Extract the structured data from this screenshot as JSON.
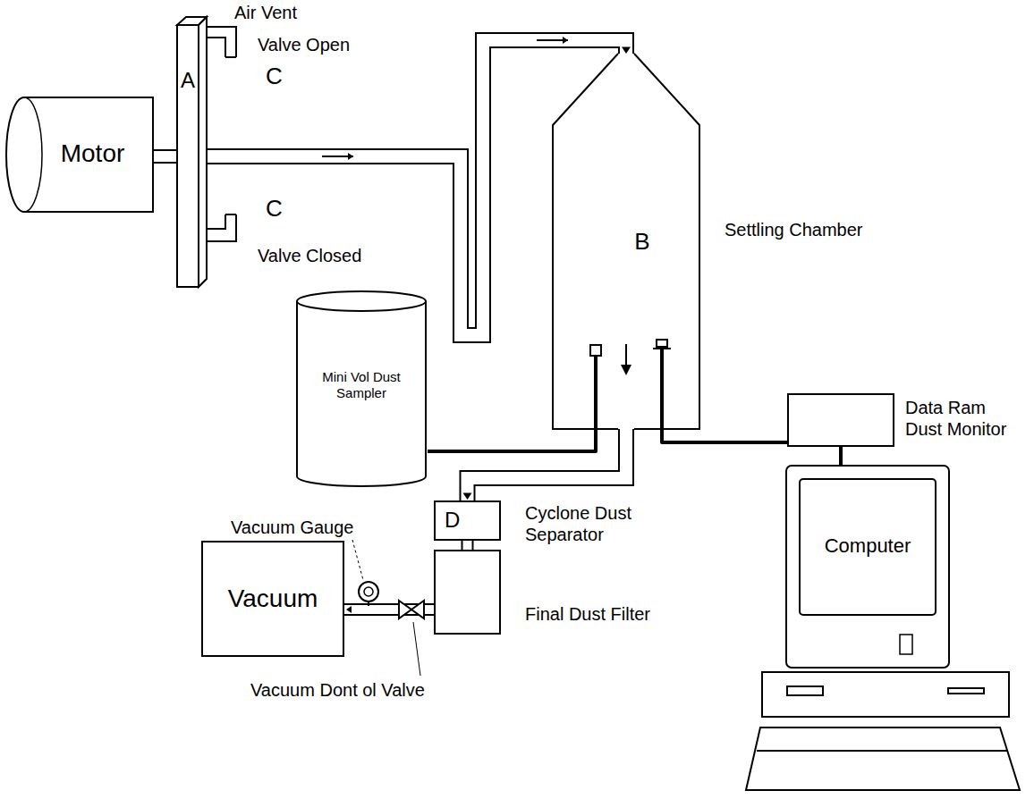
{
  "diagram": {
    "nodes": [
      {
        "text": [
          "Motor"
        ]
      },
      {
        "text": [
          "A"
        ]
      },
      {
        "text": [
          "B",
          "Settling Chamber"
        ]
      },
      {
        "text": [
          "Mini Vol Dust Sampler"
        ]
      },
      {
        "text": [
          "Data Ram Dust Monitor"
        ]
      },
      {
        "text": [
          "Computer"
        ]
      },
      {
        "text": [
          "Vacuum"
        ]
      },
      {
        "text": [
          "D",
          "Cyclone Dust Separator"
        ]
      },
      {
        "text": [
          "Final Dust Filter"
        ]
      }
    ],
    "edges": [
      {
        "from": 0,
        "to": 1,
        "arrow": "none"
      },
      {
        "from": 1,
        "to": 2,
        "arrow": "to"
      },
      {
        "from": 3,
        "to": 2,
        "arrow": "none"
      },
      {
        "from": 4,
        "to": 2,
        "arrow": "none"
      },
      {
        "from": 4,
        "to": 5,
        "arrow": "none"
      },
      {
        "from": 2,
        "to": 7,
        "arrow": "to"
      },
      {
        "from": 7,
        "to": 8,
        "arrow": "none"
      },
      {
        "from": 8,
        "to": 6,
        "arrow": "to"
      }
    ],
    "labels": [
      "Air Vent",
      "Valve Open",
      "C",
      "C",
      "Valve Closed",
      "Vacuum Gauge",
      "Vacuum Dont ol Valve"
    ]
  }
}
